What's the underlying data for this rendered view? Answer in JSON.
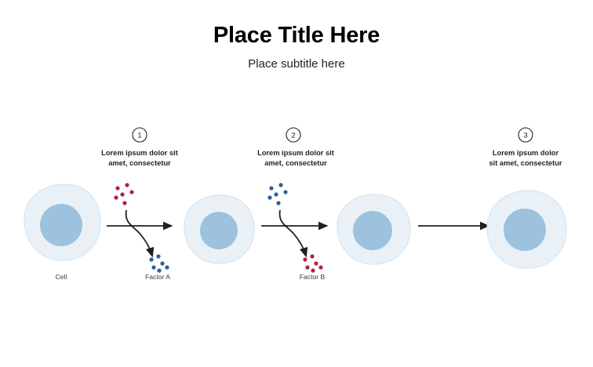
{
  "header": {
    "title": "Place Title Here",
    "subtitle": "Place subtitle here"
  },
  "colors": {
    "cell_fill": "#e9f1f7",
    "cell_stroke": "#d6e5f0",
    "nucleus_fill": "#9dc2dd",
    "dot_red": "#b81d47",
    "dot_blue": "#2d5f9e",
    "arrow": "#231f20",
    "text": "#231f20"
  },
  "steps": [
    {
      "number": "1",
      "label_line1": "Lorem ipsum dolor sit",
      "label_line2": "amet, consectetur"
    },
    {
      "number": "2",
      "label_line1": "Lorem ipsum dolor sit",
      "label_line2": "amet, consectetur"
    },
    {
      "number": "3",
      "label_line1": "Lorem ipsum dolor",
      "label_line2": "sit amet, consectetur"
    }
  ],
  "captions": {
    "cell": "Cell",
    "factor_a": "Factor A",
    "factor_b": "Factor B"
  },
  "cells": [
    {
      "name": "cell-1"
    },
    {
      "name": "cell-2"
    },
    {
      "name": "cell-3"
    },
    {
      "name": "cell-4"
    }
  ],
  "factors": [
    {
      "name": "factor-a",
      "input_dot_color": "#b81d47",
      "output_dot_color": "#2d5f9e"
    },
    {
      "name": "factor-b",
      "input_dot_color": "#2d5f9e",
      "output_dot_color": "#b81d47"
    }
  ]
}
